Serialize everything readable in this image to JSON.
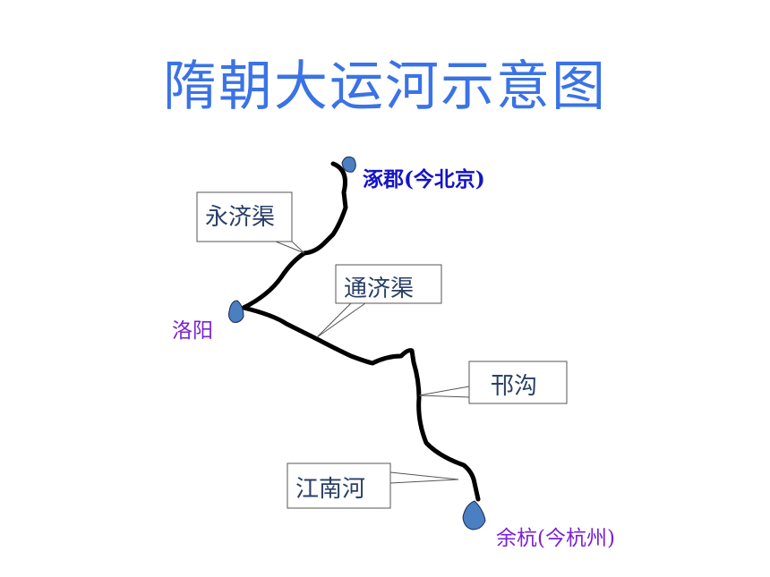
{
  "title": "隋朝大运河示意图",
  "cities": {
    "zhuojun": "涿郡(今北京)",
    "luoyang": "洛阳",
    "yuhang": "余杭(今杭州)"
  },
  "canals": {
    "yongji": "永济渠",
    "tongji": "通济渠",
    "hangou": "邗沟",
    "jiangnan": "江南河"
  },
  "colors": {
    "title": "#3a73e6",
    "river": "#000000",
    "city_marker": "#4a7fc1",
    "north_label": "#1414c8",
    "purple_label": "#7a22d6"
  }
}
